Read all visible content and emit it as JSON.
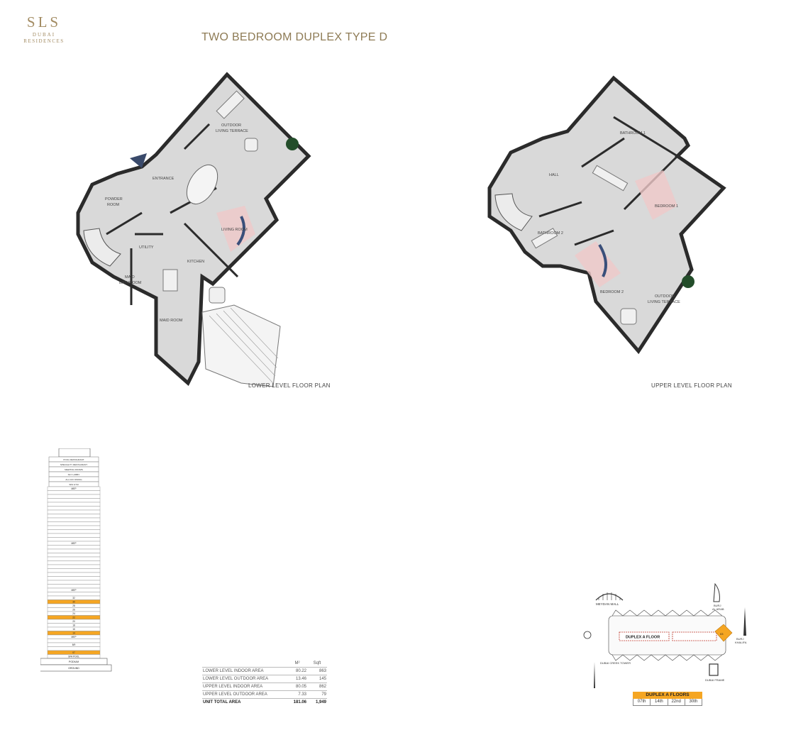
{
  "logo": {
    "line1": "SLS",
    "line2": "DUBAI",
    "line3": "RESIDENCES"
  },
  "title": "TWO BEDROOM DUPLEX TYPE D",
  "lower_plan": {
    "label": "LOWER LEVEL FLOOR PLAN",
    "rooms": {
      "terrace_1": "OUTDOOR",
      "terrace_2": "LIVING TERRACE",
      "entrance": "ENTRANCE",
      "powder_1": "POWDER",
      "powder_2": "ROOM",
      "living": "LIVING ROOM",
      "utility": "UTILITY",
      "kitchen": "KITCHEN",
      "maid_bath_1": "MAID",
      "maid_bath_2": "BATHROOM",
      "maid_room": "MAID ROOM"
    }
  },
  "upper_plan": {
    "label": "UPPER LEVEL FLOOR PLAN",
    "rooms": {
      "bath1": "BATHROOM 1",
      "hall": "HALL",
      "bedroom1": "BEDROOM 1",
      "bath2": "BATHROOM 2",
      "bedroom2": "BEDROOM 2",
      "terrace_1": "OUTDOOR",
      "terrace_2": "LIVING TERRACE"
    }
  },
  "tower": {
    "top_labels": [
      "POOL RESTAURANT",
      "SPECIALITY RESTAURANT",
      "MEETING ROOMS",
      "SKY LOBBY",
      "ALL DAY DINING",
      "SPA GYM"
    ],
    "floor_labels": [
      "MEP",
      "MEP",
      "MEP",
      "32",
      "30",
      "28",
      "26",
      "24",
      "22",
      "20",
      "18",
      "16",
      "14",
      "MEP",
      "8/9",
      "07",
      "SPA POOL"
    ],
    "bottom_labels": [
      "PODIUM",
      "GROUND"
    ],
    "highlight_color": "#f5a623"
  },
  "area_table": {
    "col1": "M²",
    "col2": "Sqft",
    "rows": [
      {
        "label": "LOWER LEVEL INDOOR AREA",
        "m2": "80.22",
        "sqft": "863"
      },
      {
        "label": "LOWER LEVEL OUTDOOR AREA",
        "m2": "13.46",
        "sqft": "145"
      },
      {
        "label": "UPPER LEVEL INDOOR AREA",
        "m2": "80.05",
        "sqft": "862"
      },
      {
        "label": "UPPER LEVEL OUTDOOR AREA",
        "m2": "7.33",
        "sqft": "79"
      }
    ],
    "total": {
      "label": "UNIT TOTAL AREA",
      "m2": "181.06",
      "sqft": "1,949"
    }
  },
  "location_map": {
    "meydan": "MEYDAN MALL",
    "burj_al_arab_1": "BURJ",
    "burj_al_arab_2": "AL ARAB",
    "burj_khalifa_1": "BURJ",
    "burj_khalifa_2": "KHALIFA",
    "creek_tower": "DUBAI CREEK TOWER",
    "frame": "DUBAI FRAME",
    "floor_label": "DUPLEX A FLOOR",
    "unit_number": "03",
    "accent": "#f5a623"
  },
  "floors": {
    "header": "DUPLEX A FLOORS",
    "values": [
      "07th",
      "14th",
      "22nd",
      "30th"
    ]
  }
}
